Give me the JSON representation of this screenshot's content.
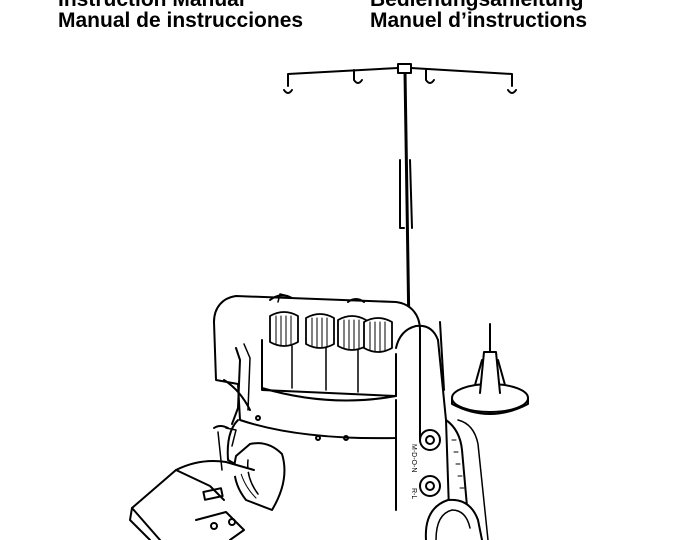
{
  "titles": {
    "english": "Instruction Manual",
    "spanish": "Manual de instrucciones",
    "german": "Bedienungsanleitung",
    "french": "Manuel d’instructions"
  },
  "illustration": {
    "subject": "overlock-serger-machine",
    "dial_marks_upper": "M-D-O-N",
    "dial_marks_lower": "R-L"
  }
}
